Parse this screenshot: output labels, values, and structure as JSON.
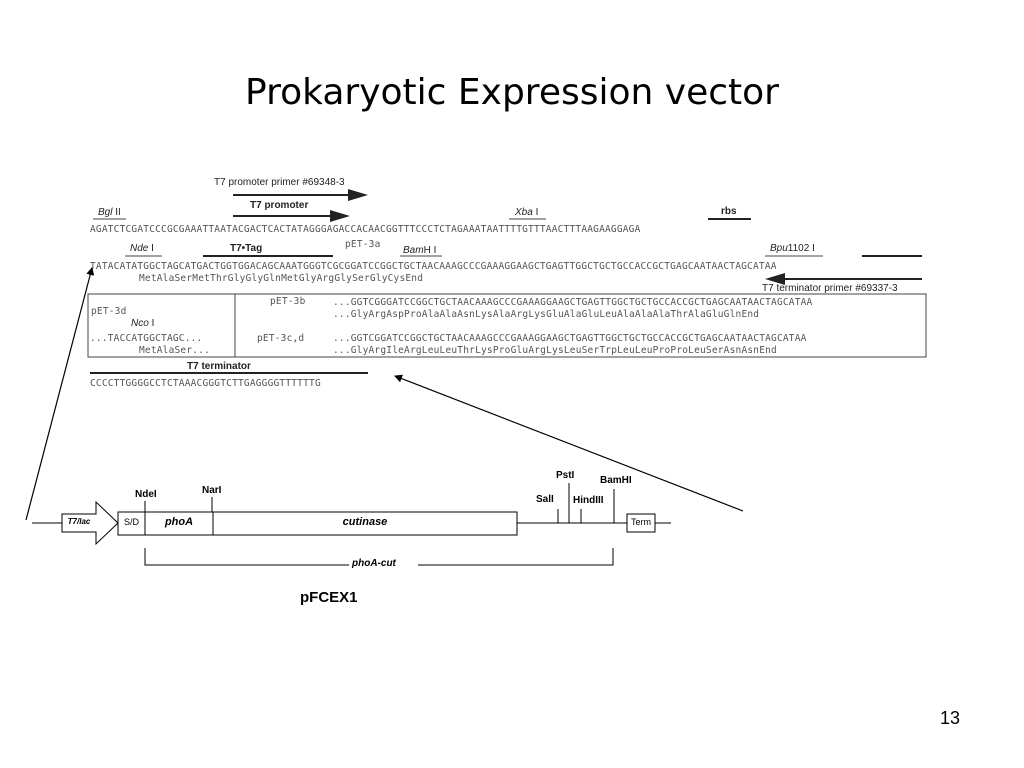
{
  "slide": {
    "title": "Prokaryotic Expression vector",
    "page_number": "13"
  },
  "sequence_panel": {
    "primer_forward": "T7 promoter primer #69348-3",
    "t7_promoter": "T7 promoter",
    "bgl_italic": "Bgl",
    "bgl_rest": " II",
    "xba_italic": "Xba",
    "xba_rest": " I",
    "rbs": "rbs",
    "line1": "AGATCTCGATCCCGCGAAATTAATACGACTCACTATAGGGAGACCACAACGGTTTCCCTCTAGAAATAATTTTGTTTAACTTTAAGAAGGAGA",
    "nde_italic": "Nde",
    "nde_rest": " I",
    "t7_tag": "T7•Tag",
    "pet3a": "pET-3a",
    "bamh_italic": "Bam",
    "bamh_rest": "H I",
    "bpu_italic": "Bpu",
    "bpu_rest": "1102 I",
    "line2": "TATACATATGGCTAGCATGACTGGTGGACAGCAAATGGGTCGCGGATCCGGCTGCTAACAAAGCCCGAAAGGAAGCTGAGTTGGCTGCTGCCACCGCTGAGCAATAACTAGCATAA",
    "line2_aa": "MetAlaSerMetThrGlyGlyGlnMetGlyArgGlySerGlyCysEnd",
    "primer_reverse": "T7 terminator primer #69337-3",
    "box_left": {
      "pet3d": "pET-3d",
      "nco_italic": "Nco",
      "nco_rest": " I",
      "seq": "...TACCATGGCTAGC...",
      "aa": "MetAlaSer..."
    },
    "box_right": {
      "pet3b": "pET-3b",
      "seq_b": "...GGTCGGGATCCGGCTGCTAACAAAGCCCGAAAGGAAGCTGAGTTGGCTGCTGCCACCGCTGAGCAATAACTAGCATAA",
      "aa_b": "...GlyArgAspProAlaAlaAsnLysAlaArgLysGluAlaGluLeuAlaAlaAlaThrAlaGluGlnEnd",
      "pet3cd": "pET-3c,d",
      "seq_cd": "...GGTCGGATCCGGCTGCTAACAAAGCCCGAAAGGAAGCTGAGTTGGCTGCTGCCACCGCTGAGCAATAACTAGCATAA",
      "aa_cd": "...GlyArgIleArgLeuLeuThrLysProGluArgLysLeuSerTrpLeuLeuProProLeuSerAsnAsnEnd"
    },
    "t7_terminator": "T7 terminator",
    "line_terminator": "CCCCTTGGGGCCTCTAAACGGGTCTTGAGGGGTTTTTTG"
  },
  "vector_map": {
    "promoter": "T7/lac",
    "sd": "S/D",
    "phoa": "phoA",
    "cutinase": "cutinase",
    "term": "Term",
    "nde": "NdeI",
    "nar": "NarI",
    "sal": "SalI",
    "pst": "PstI",
    "hind": "HindIII",
    "bam": "BamHI",
    "fusion": "phoA-cut",
    "name": "pFCEX1"
  }
}
